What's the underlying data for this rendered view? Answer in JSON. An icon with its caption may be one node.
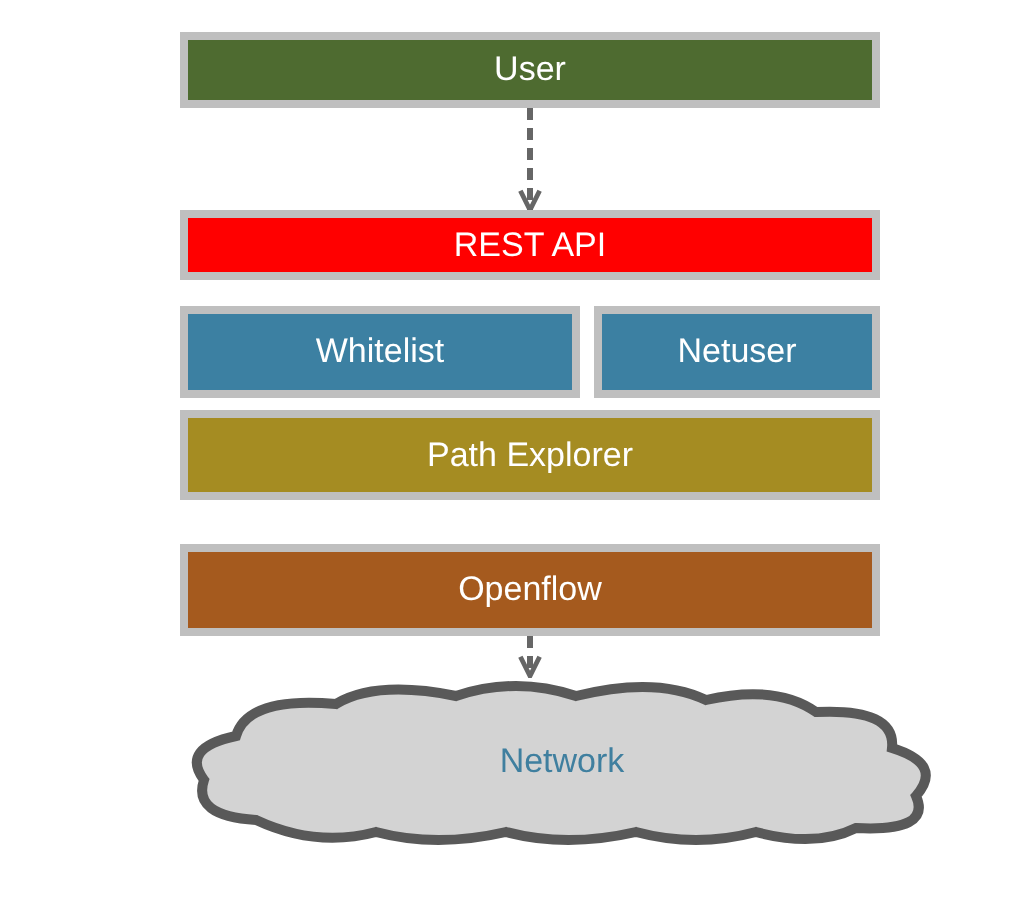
{
  "diagram": {
    "nodes": [
      {
        "text": [
          "User"
        ]
      },
      {
        "text": [
          "REST API"
        ]
      },
      {
        "text": [
          "Whitelist"
        ]
      },
      {
        "text": [
          "Netuser"
        ]
      },
      {
        "text": [
          "Path Explorer"
        ]
      },
      {
        "text": [
          "Openflow"
        ]
      },
      {
        "text": [
          "Network"
        ]
      }
    ],
    "edges": [
      {
        "from": 0,
        "to": 1,
        "arrow": "to",
        "style": "dashed"
      },
      {
        "from": 5,
        "to": 6,
        "arrow": "to",
        "style": "dashed"
      }
    ]
  }
}
